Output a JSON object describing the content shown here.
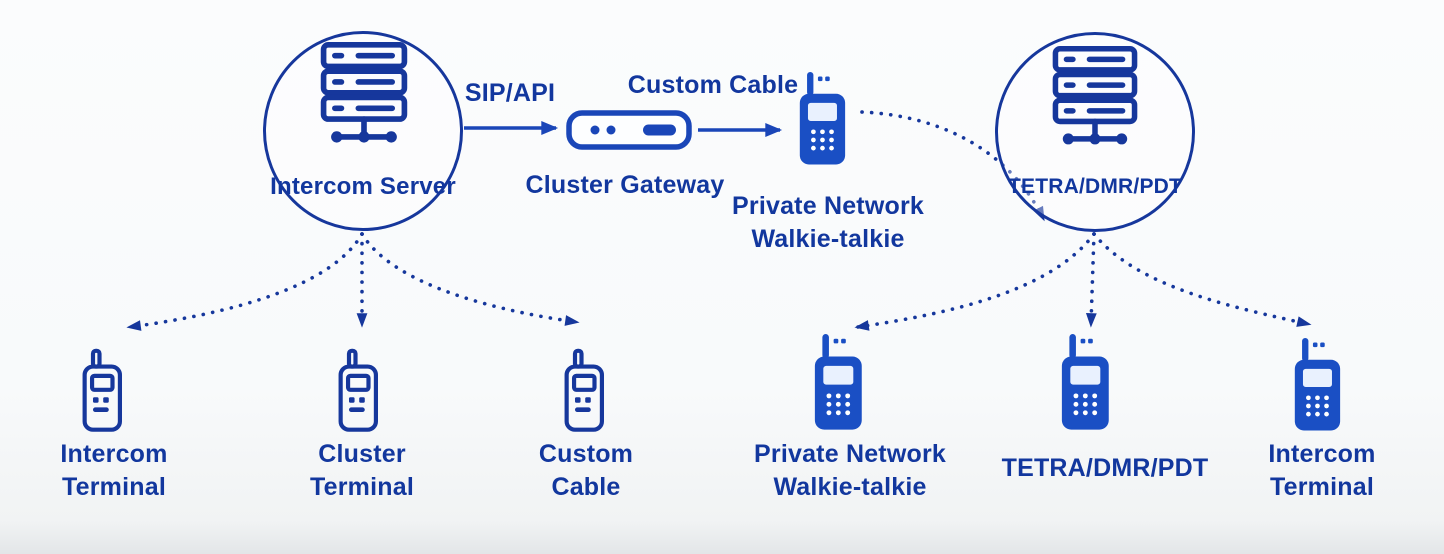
{
  "colors": {
    "text_navy": "#12379e",
    "line_navy": "#16379c",
    "arrow_blue": "#1a46b8",
    "icon_blue": "#1a4fc4",
    "screen_light": "#e9f1fe",
    "background": "#f8fafb"
  },
  "nodes": {
    "intercom_server": "Intercom Server",
    "cluster_gateway": "Cluster Gateway",
    "private_network_walkie_talkie": "Private Network\nWalkie-talkie",
    "tetra_dmr_pdt_server": "TETRA/DMR/PDT"
  },
  "edges": {
    "sip_api": "SIP/API",
    "custom_cable": "Custom Cable"
  },
  "terminals": [
    {
      "label": "Intercom\nTerminal",
      "icon": "walkie-talkie-outline"
    },
    {
      "label": "Cluster\nTerminal",
      "icon": "walkie-talkie-outline"
    },
    {
      "label": "Custom\nCable",
      "icon": "walkie-talkie-outline"
    },
    {
      "label": "Private Network\nWalkie-talkie",
      "icon": "walkie-talkie-filled"
    },
    {
      "label": "TETRA/DMR/PDT",
      "icon": "walkie-talkie-filled"
    },
    {
      "label": "Intercom\nTerminal",
      "icon": "walkie-talkie-filled"
    }
  ]
}
